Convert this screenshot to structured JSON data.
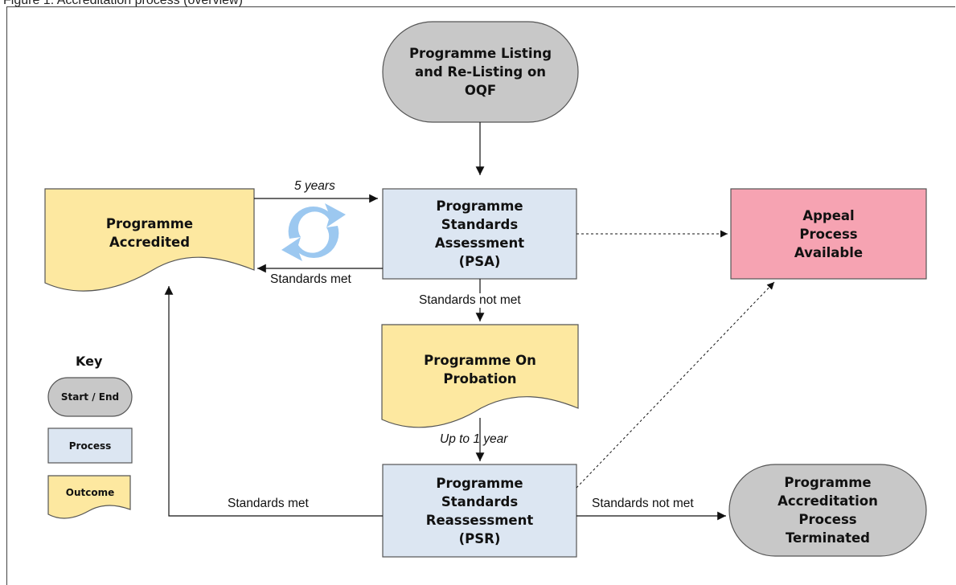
{
  "caption": "Figure 1: Accreditation process (overview)",
  "nodes": {
    "listing": "Programme Listing\nand Re-Listing on\nOQF",
    "psa": "Programme\nStandards\nAssessment\n(PSA)",
    "accredited": "Programme\nAccredited",
    "appeal": "Appeal\nProcess\nAvailable",
    "probation": "Programme On\nProbation",
    "psr": "Programme\nStandards\nReassessment\n(PSR)",
    "terminated": "Programme\nAccreditation\nProcess\nTerminated"
  },
  "edges": {
    "five_years": "5 years",
    "standards_met_psa": "Standards met",
    "standards_not_met_psa": "Standards not met",
    "up_to_1_year": "Up to 1 year",
    "standards_met_psr": "Standards met",
    "standards_not_met_psr": "Standards not met"
  },
  "key": {
    "title": "Key",
    "start_end": "Start / End",
    "process": "Process",
    "outcome": "Outcome"
  },
  "colors": {
    "start_end": "#c8c8c8",
    "process": "#dce6f2",
    "outcome": "#fde8a0",
    "appeal": "#f6a3b2",
    "cycle_icon": "#9cc8f0"
  }
}
